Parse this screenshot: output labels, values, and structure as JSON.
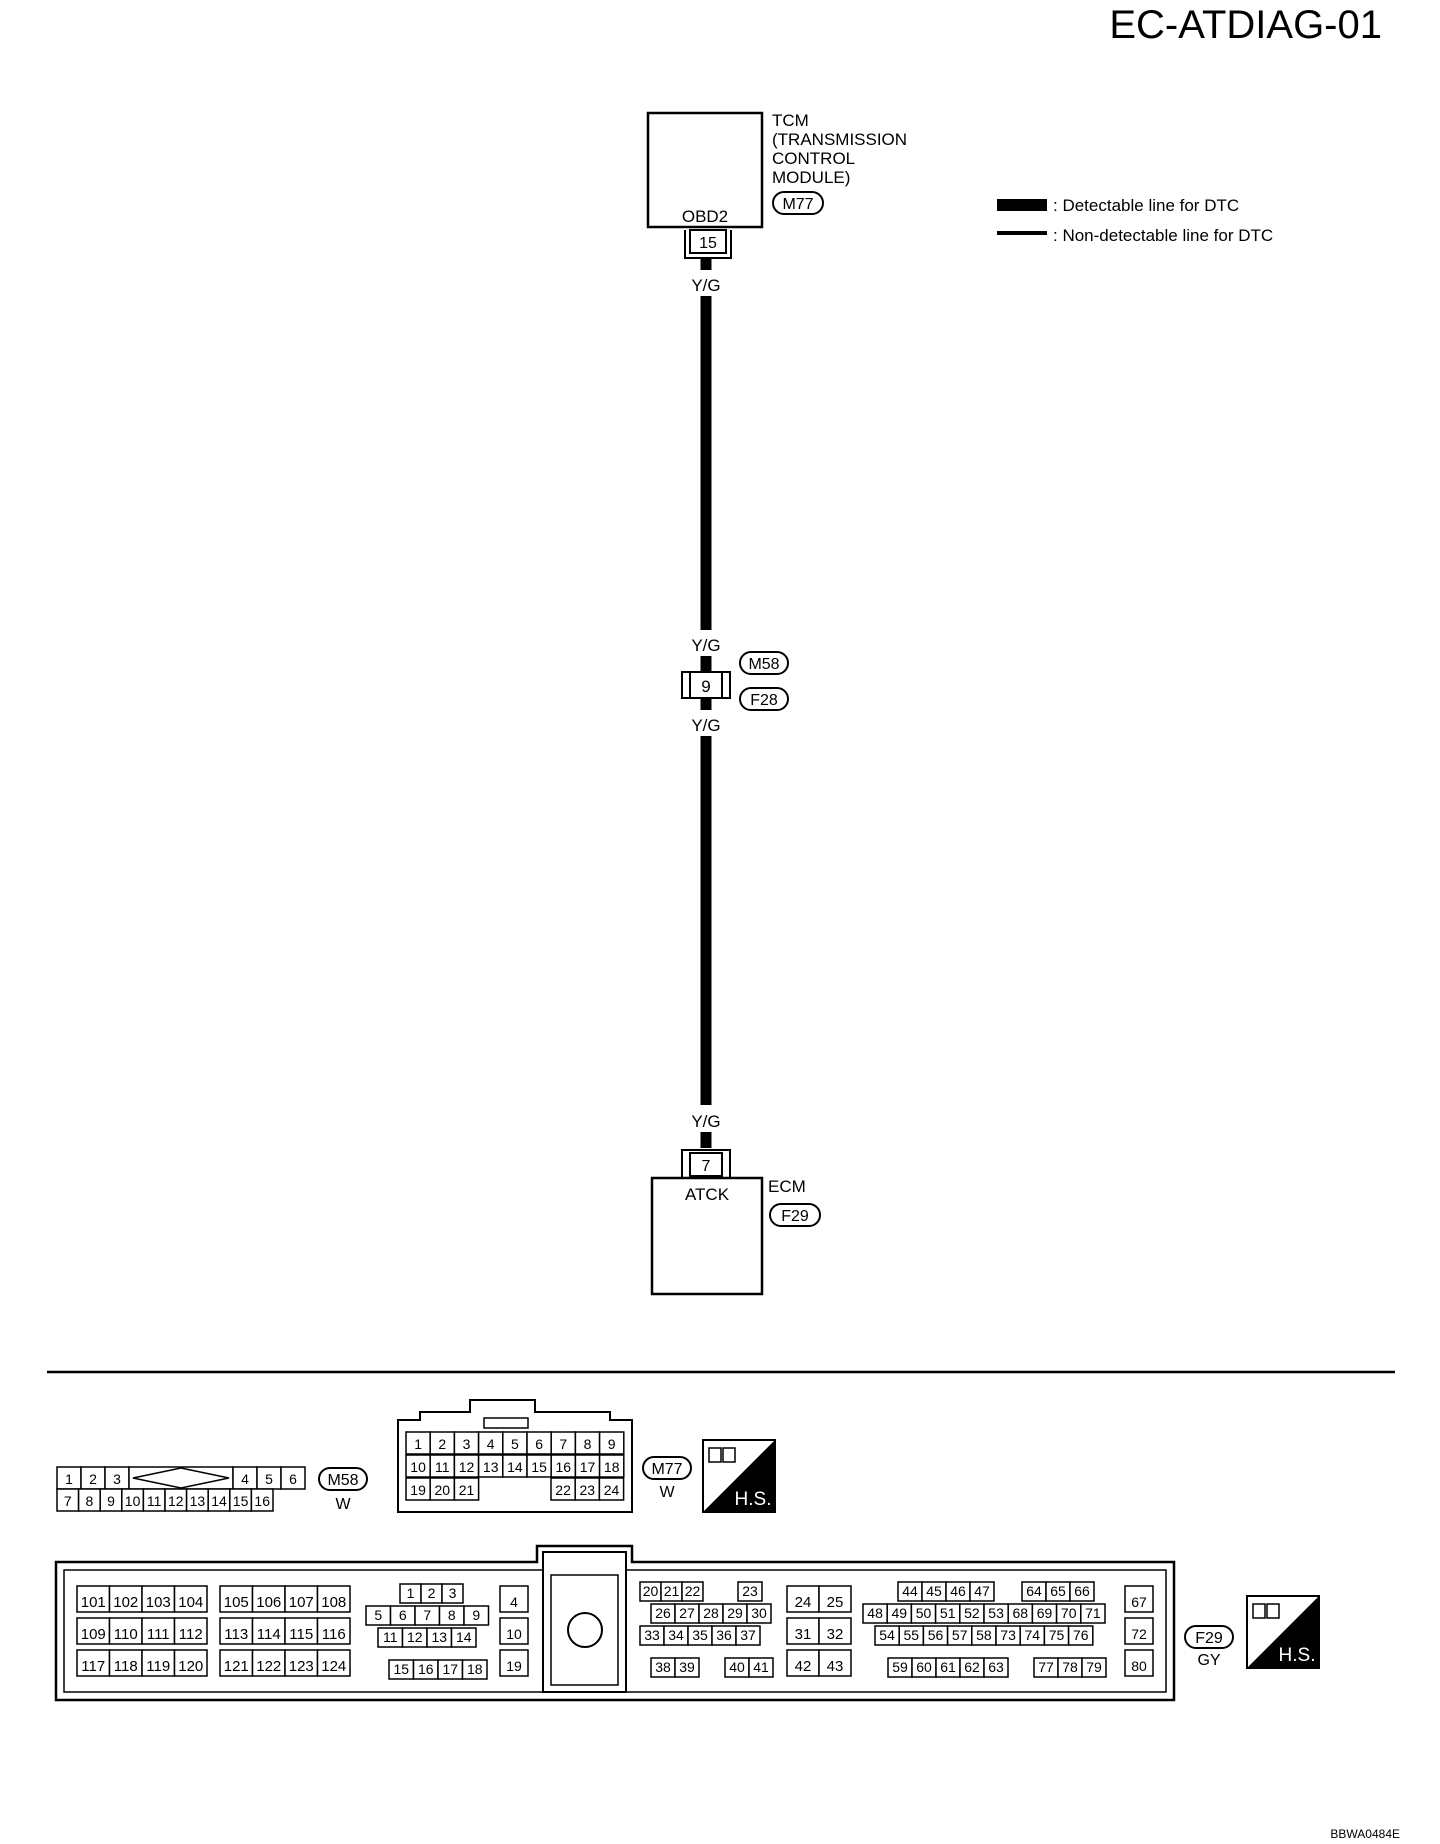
{
  "page_id": "EC-ATDIAG-01",
  "ref_code": "BBWA0484E",
  "legend": {
    "detectable": ": Detectable line for DTC",
    "non_detectable": ": Non-detectable line for DTC"
  },
  "tcm": {
    "title_lines": [
      "TCM",
      "(TRANSMISSION",
      "CONTROL",
      "MODULE)"
    ],
    "terminal_label": "OBD2",
    "pin": "15",
    "connector": "M77"
  },
  "wire": {
    "color_top": "Y/G",
    "color_joint_upper": "Y/G",
    "color_joint_lower": "Y/G",
    "color_bottom": "Y/G"
  },
  "joint": {
    "pin": "9",
    "connector_upper": "M58",
    "connector_lower": "F28"
  },
  "ecm": {
    "title": "ECM",
    "terminal_label": "ATCK",
    "pin": "7",
    "connector": "F29"
  },
  "m58_connector": {
    "id": "M58",
    "color": "W",
    "row1_left": [
      "1",
      "2",
      "3"
    ],
    "row1_right": [
      "4",
      "5",
      "6"
    ],
    "row2": [
      "7",
      "8",
      "9",
      "10",
      "11",
      "12",
      "13",
      "14",
      "15",
      "16"
    ]
  },
  "m77_connector": {
    "id": "M77",
    "color": "W",
    "row1": [
      "1",
      "2",
      "3",
      "4",
      "5",
      "6",
      "7",
      "8",
      "9"
    ],
    "row2": [
      "10",
      "11",
      "12",
      "13",
      "14",
      "15",
      "16",
      "17",
      "18"
    ],
    "row3_left": [
      "19",
      "20",
      "21"
    ],
    "row3_right": [
      "22",
      "23",
      "24"
    ],
    "hs_label": "H.S."
  },
  "f29_connector": {
    "id": "F29",
    "color": "GY",
    "hs_label": "H.S.",
    "block_a": [
      [
        "101",
        "102",
        "103",
        "104"
      ],
      [
        "109",
        "110",
        "111",
        "112"
      ],
      [
        "117",
        "118",
        "119",
        "120"
      ]
    ],
    "block_b": [
      [
        "105",
        "106",
        "107",
        "108"
      ],
      [
        "113",
        "114",
        "115",
        "116"
      ],
      [
        "121",
        "122",
        "123",
        "124"
      ]
    ],
    "block_c": [
      [
        "1",
        "2",
        "3"
      ],
      [
        "5",
        "6",
        "7",
        "8",
        "9"
      ],
      [
        "11",
        "12",
        "13",
        "14"
      ],
      [
        "15",
        "16",
        "17",
        "18"
      ]
    ],
    "block_d": [
      "4",
      "10",
      "19"
    ],
    "block_e": [
      [
        "20",
        "21",
        "22",
        "23"
      ],
      [
        "26",
        "27",
        "28",
        "29",
        "30"
      ],
      [
        "33",
        "34",
        "35",
        "36",
        "37"
      ],
      [
        "38",
        "39",
        "40",
        "41"
      ]
    ],
    "block_f": [
      [
        "24",
        "25"
      ],
      [
        "31",
        "32"
      ],
      [
        "42",
        "43"
      ]
    ],
    "block_g": [
      [
        "44",
        "45",
        "46",
        "47",
        "64",
        "65",
        "66"
      ],
      [
        "48",
        "49",
        "50",
        "51",
        "52",
        "53",
        "68",
        "69",
        "70",
        "71"
      ],
      [
        "54",
        "55",
        "56",
        "57",
        "58",
        "73",
        "74",
        "75",
        "76"
      ],
      [
        "59",
        "60",
        "61",
        "62",
        "63",
        "77",
        "78",
        "79"
      ]
    ],
    "block_h": [
      "67",
      "72",
      "80"
    ]
  }
}
